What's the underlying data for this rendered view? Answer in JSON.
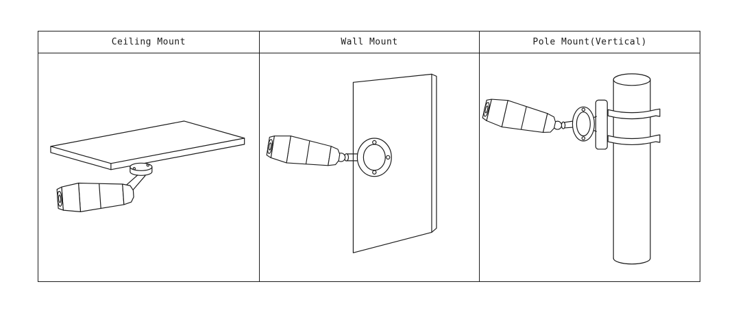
{
  "page": {
    "background": "#ffffff",
    "line_color": "#1a1a1a"
  },
  "diagram": {
    "panels": [
      {
        "title": "Ceiling Mount",
        "illustration": "bullet-camera-ceiling-mount"
      },
      {
        "title": "Wall Mount",
        "illustration": "bullet-camera-wall-mount"
      },
      {
        "title": "Pole Mount(Vertical)",
        "illustration": "bullet-camera-pole-mount-vertical"
      }
    ]
  }
}
